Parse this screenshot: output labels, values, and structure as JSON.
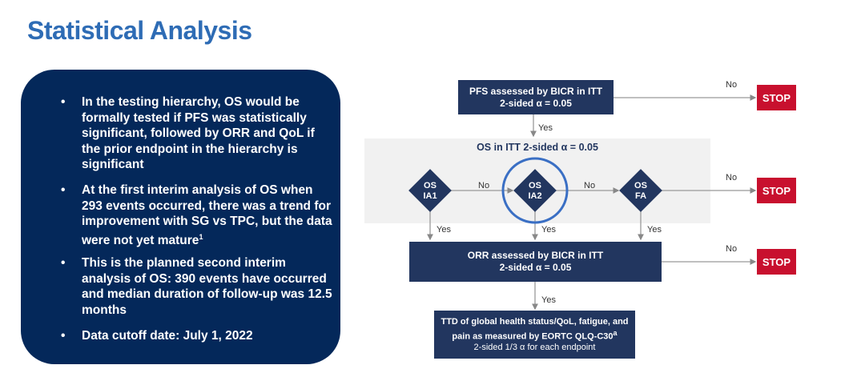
{
  "title": "Statistical Analysis",
  "bullets": [
    {
      "lines": [
        "In the testing hierarchy, OS would be",
        "formally tested if PFS was statistically",
        "significant, followed by ORR and QoL if",
        "the prior endpoint in the hierarchy is",
        "significant"
      ]
    },
    {
      "lines": [
        "At the first interim analysis of OS when",
        "293 events occurred, there was a trend for",
        "improvement with SG vs TPC, but the data",
        "were not yet mature"
      ],
      "sup": "1"
    },
    {
      "lines": [
        "This is the planned second interim",
        "analysis of OS: 390 events have occurred",
        "and median duration of follow-up was 12.5",
        "months"
      ]
    },
    {
      "lines": [
        "Data cutoff date: July 1, 2022"
      ]
    }
  ],
  "bullet_char": "•",
  "flow": {
    "pfs": [
      "PFS assessed by BICR in ITT",
      "2-sided α = 0.05"
    ],
    "os_band": "OS in ITT 2-sided α = 0.05",
    "ia1": [
      "OS",
      "IA1"
    ],
    "ia2": [
      "OS",
      "IA2"
    ],
    "fa": [
      "OS",
      "FA"
    ],
    "orr": [
      "ORR assessed by BICR in ITT",
      "2-sided α = 0.05"
    ],
    "ttd": [
      "TTD of global health status/QoL, fatigue, and",
      "pain as measured by EORTC QLQ-C30",
      "2-sided 1/3 α for each endpoint"
    ],
    "ttd_sup": "a",
    "stop": "STOP",
    "yes": "Yes",
    "no": "No",
    "colors": {
      "navy": "#22365f",
      "stop": "#c8102e",
      "highlight": "#3a6fc4"
    }
  }
}
